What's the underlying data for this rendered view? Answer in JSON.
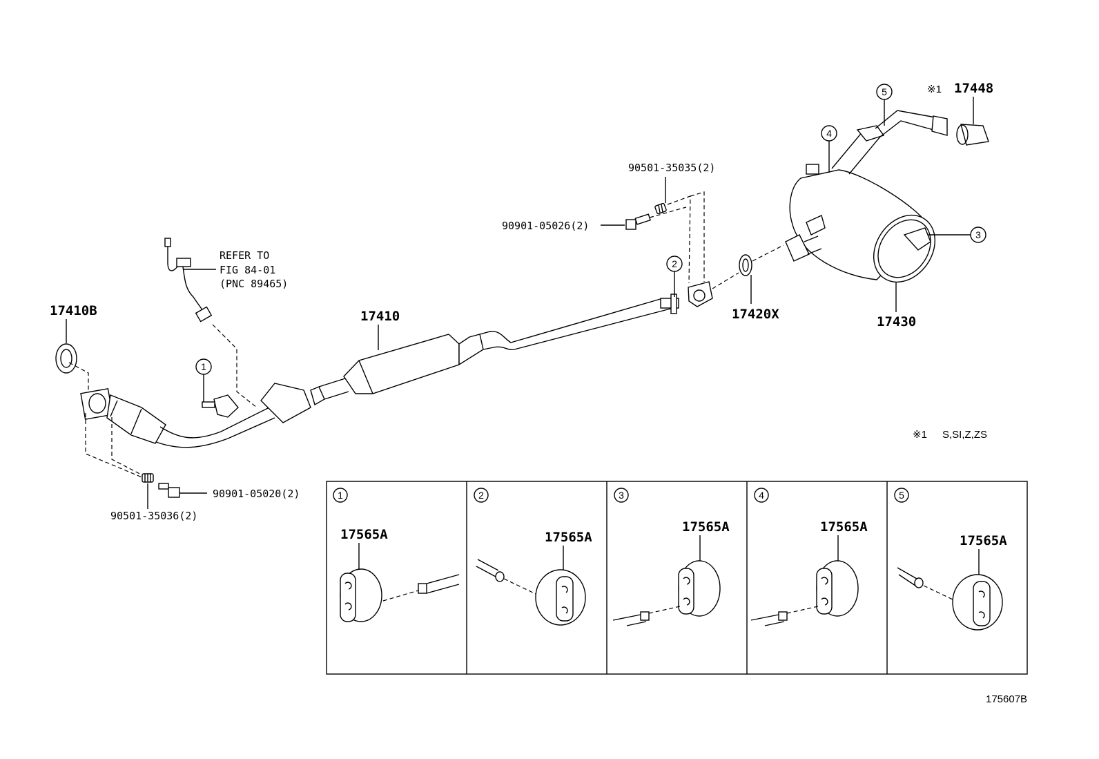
{
  "labels": {
    "p17410B": "17410B",
    "p17410": "17410",
    "p17420X": "17420X",
    "p17430": "17430",
    "p17448": "17448",
    "mark1": "※1",
    "bolt_front": "90901-05020(2)",
    "spring_front": "90501-35036(2)",
    "bolt_rear": "90901-05026(2)",
    "spring_rear": "90501-35035(2)",
    "refer_line1": "REFER TO",
    "refer_line2": "FIG 84-01",
    "refer_line3": "(PNC 89465)",
    "footnote_mark": "※1",
    "footnote_text": "S,SI,Z,ZS",
    "figure_id": "175607B"
  },
  "callouts": [
    "1",
    "2",
    "3",
    "4",
    "5"
  ],
  "detail_panels": [
    {
      "number": "1",
      "part": "17565A"
    },
    {
      "number": "2",
      "part": "17565A"
    },
    {
      "number": "3",
      "part": "17565A"
    },
    {
      "number": "4",
      "part": "17565A"
    },
    {
      "number": "5",
      "part": "17565A"
    }
  ]
}
